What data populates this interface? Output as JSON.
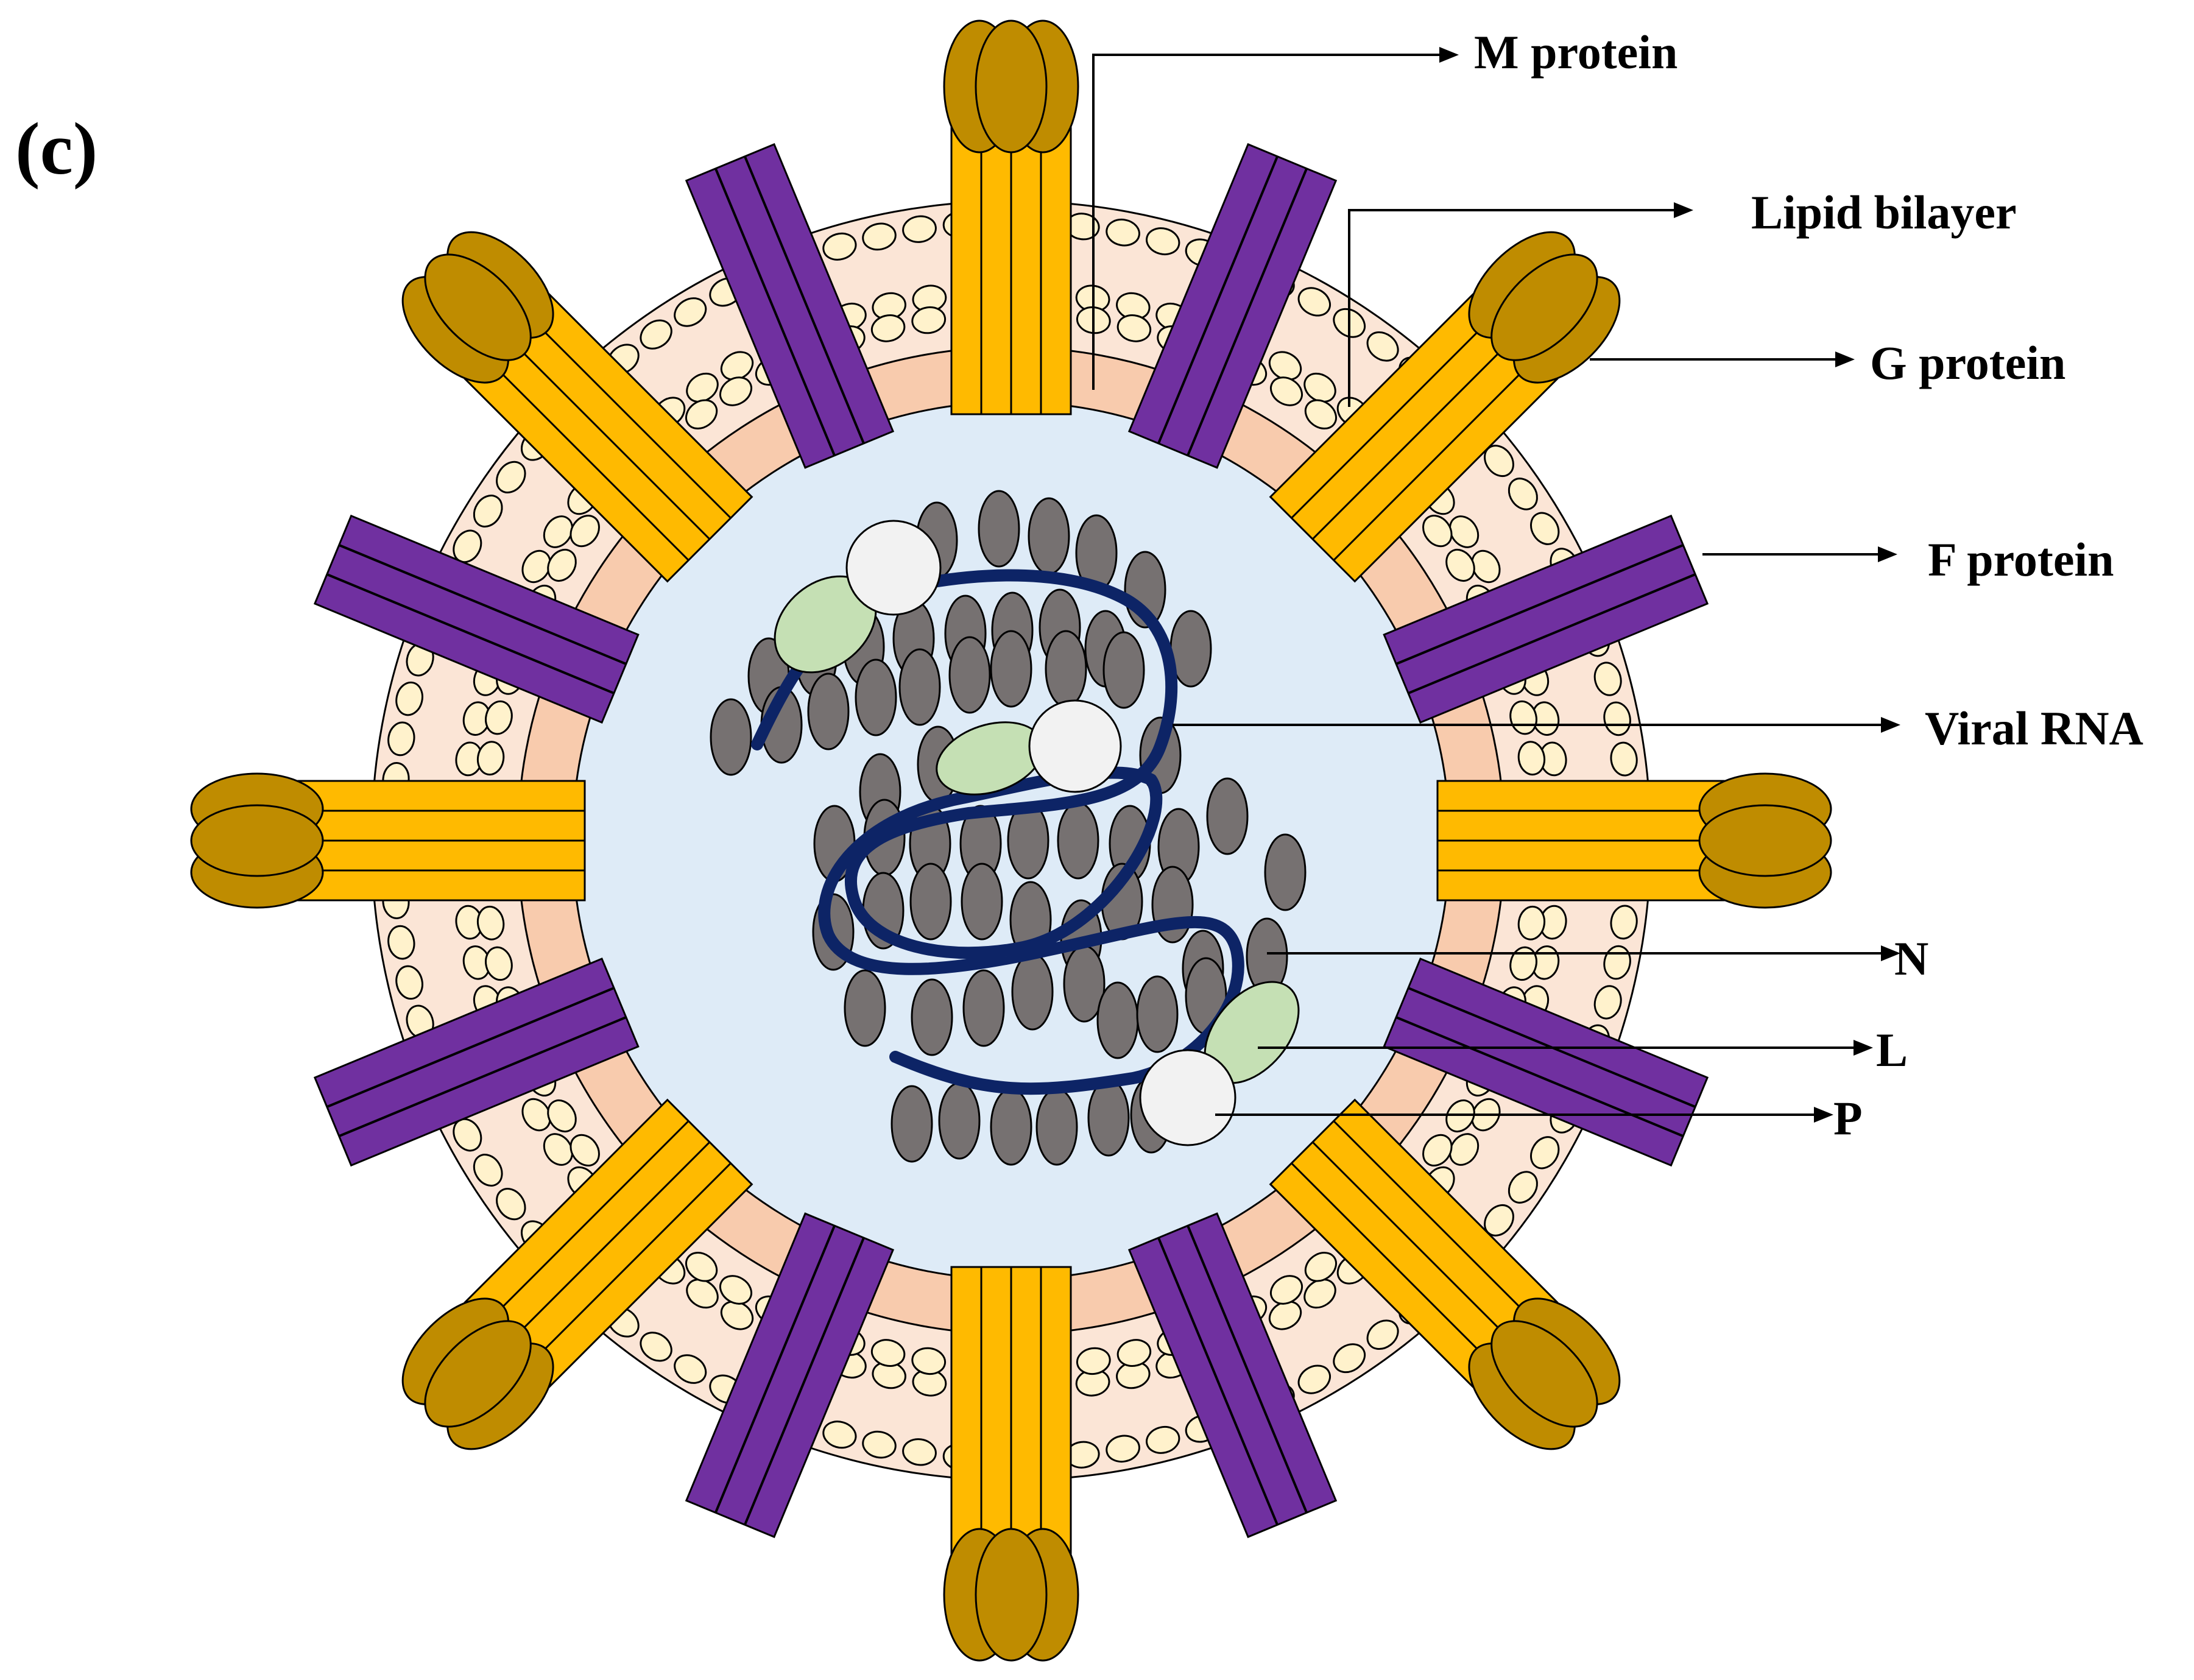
{
  "panel_label": "(c)",
  "labels": {
    "m_protein": "M protein",
    "lipid_bilayer": "Lipid bilayer",
    "g_protein": "G protein",
    "f_protein": "F protein",
    "viral_rna": "Viral RNA",
    "n": "N",
    "l": "L",
    "p": "P"
  },
  "colors": {
    "g_protein_stalk": "#FFBA00",
    "g_protein_head": "#BF8C00",
    "f_protein": "#7030A0",
    "lipid_bilayer": "#FBE5D6",
    "lipid_heads": "#FFF2CC",
    "m_protein_layer": "#F8CBAD",
    "interior": "#DEEBF7",
    "nucleoprotein_n": "#767171",
    "polymerase_l": "#C5E0B4",
    "phosphoprotein_p": "#F2F2F2",
    "viral_rna": "#0D2466"
  }
}
